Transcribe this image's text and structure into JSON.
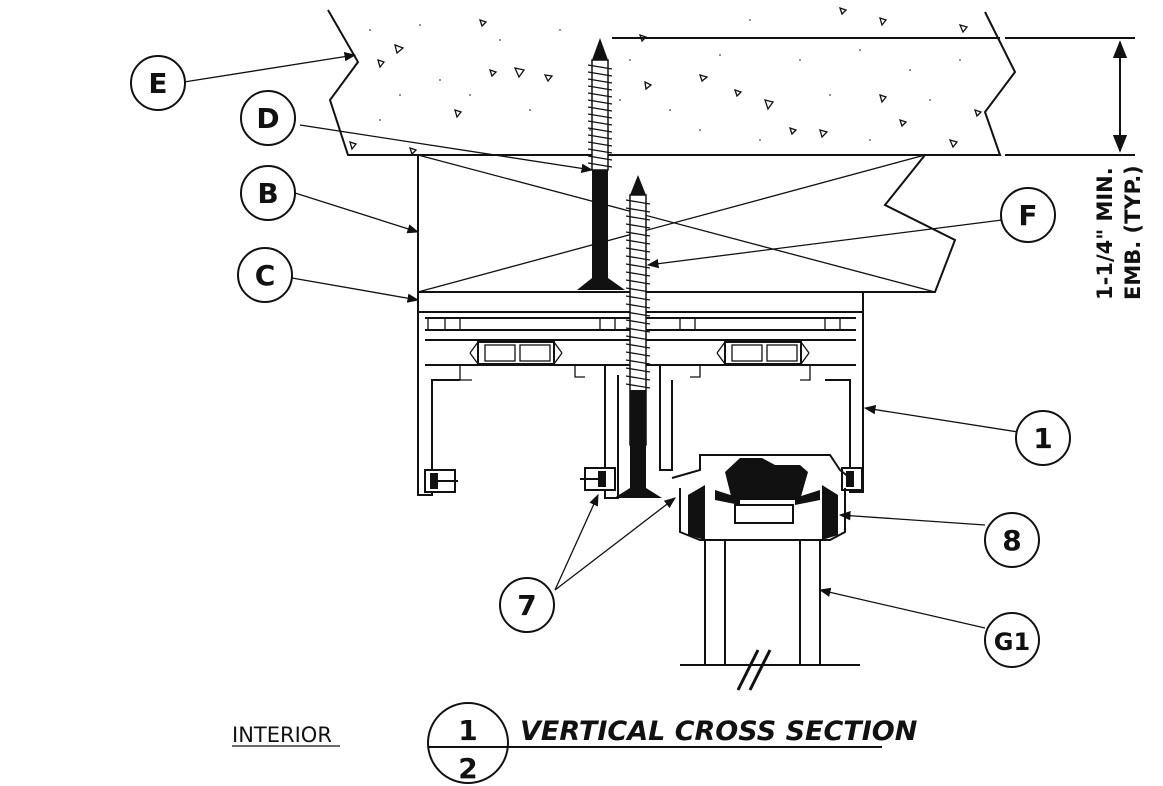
{
  "callouts": {
    "E": "E",
    "D": "D",
    "B": "B",
    "C": "C",
    "F": "F",
    "one": "1",
    "eight": "8",
    "seven": "7",
    "g1": "G1"
  },
  "dimension": {
    "line1": "1-1/4\" MIN.",
    "line2": "EMB. (TYP.)"
  },
  "footer": {
    "interior_label": "INTERIOR",
    "detail_number": "1",
    "sheet_number": "2",
    "title": "VERTICAL CROSS SECTION"
  }
}
